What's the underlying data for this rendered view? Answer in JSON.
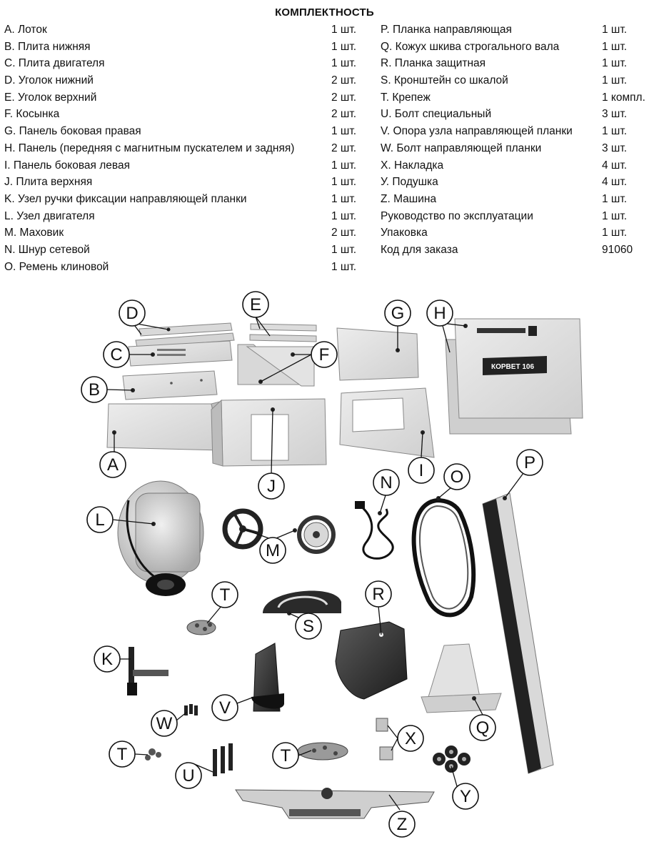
{
  "title": "КОМПЛЕКТНОСТЬ",
  "left_items": [
    {
      "name": "A. Лоток",
      "qty": "1 шт."
    },
    {
      "name": "B. Плита нижняя",
      "qty": "1 шт."
    },
    {
      "name": "C. Плита двигателя",
      "qty": "1 шт."
    },
    {
      "name": "D. Уголок нижний",
      "qty": "2 шт."
    },
    {
      "name": "E. Уголок верхний",
      "qty": "2 шт."
    },
    {
      "name": "F. Косынка",
      "qty": "2 шт."
    },
    {
      "name": "G. Панель боковая правая",
      "qty": "1 шт."
    },
    {
      "name": "H. Панель (передняя с магнитным пускателем и задняя)",
      "qty": "2 шт."
    },
    {
      "name": "I. Панель боковая левая",
      "qty": "1 шт."
    },
    {
      "name": "J. Плита верхняя",
      "qty": "1 шт."
    },
    {
      "name": "K. Узел ручки фиксации направляющей планки",
      "qty": "1 шт."
    },
    {
      "name": "L. Узел двигателя",
      "qty": "1 шт."
    },
    {
      "name": "M.  Маховик",
      "qty": "2 шт."
    },
    {
      "name": "N. Шнур сетевой",
      "qty": "1 шт."
    },
    {
      "name": "O. Ремень клиновой",
      "qty": "1 шт."
    }
  ],
  "right_items": [
    {
      "name": "P. Планка направляющая",
      "qty": "1 шт."
    },
    {
      "name": "Q. Кожух  шкива строгального вала",
      "qty": "1 шт."
    },
    {
      "name": "R. Планка защитная",
      "qty": "1 шт."
    },
    {
      "name": "S. Кронштейн со шкалой",
      "qty": "1 шт."
    },
    {
      "name": "T. Крепеж",
      "qty": "1 компл."
    },
    {
      "name": "U. Болт специальный",
      "qty": "3 шт."
    },
    {
      "name": "V. Опора узла направляющей планки",
      "qty": "1 шт."
    },
    {
      "name": "W. Болт направляющей планки",
      "qty": "3 шт."
    },
    {
      "name": "X. Накладка",
      "qty": "4 шт."
    },
    {
      "name": "У. Подушка",
      "qty": "4 шт."
    },
    {
      "name": "Z. Машина",
      "qty": "1 шт."
    },
    {
      "name": "Руководство по эксплуатации",
      "qty": "1 шт."
    },
    {
      "name": "Упаковка",
      "qty": "1 шт."
    },
    {
      "name": "Код для заказа",
      "qty": "91060"
    }
  ],
  "callouts": {
    "A": "A",
    "B": "B",
    "C": "C",
    "D": "D",
    "E": "E",
    "F": "F",
    "G": "G",
    "H": "H",
    "I": "I",
    "J": "J",
    "K": "K",
    "L": "L",
    "M": "M",
    "N": "N",
    "O": "O",
    "P": "P",
    "Q": "Q",
    "R": "R",
    "S": "S",
    "T1": "T",
    "T2": "T",
    "T3": "T",
    "U": "U",
    "V": "V",
    "W": "W",
    "X": "X",
    "Y": "Y",
    "Z": "Z"
  },
  "panel_badge": "КОРВЕТ 106"
}
